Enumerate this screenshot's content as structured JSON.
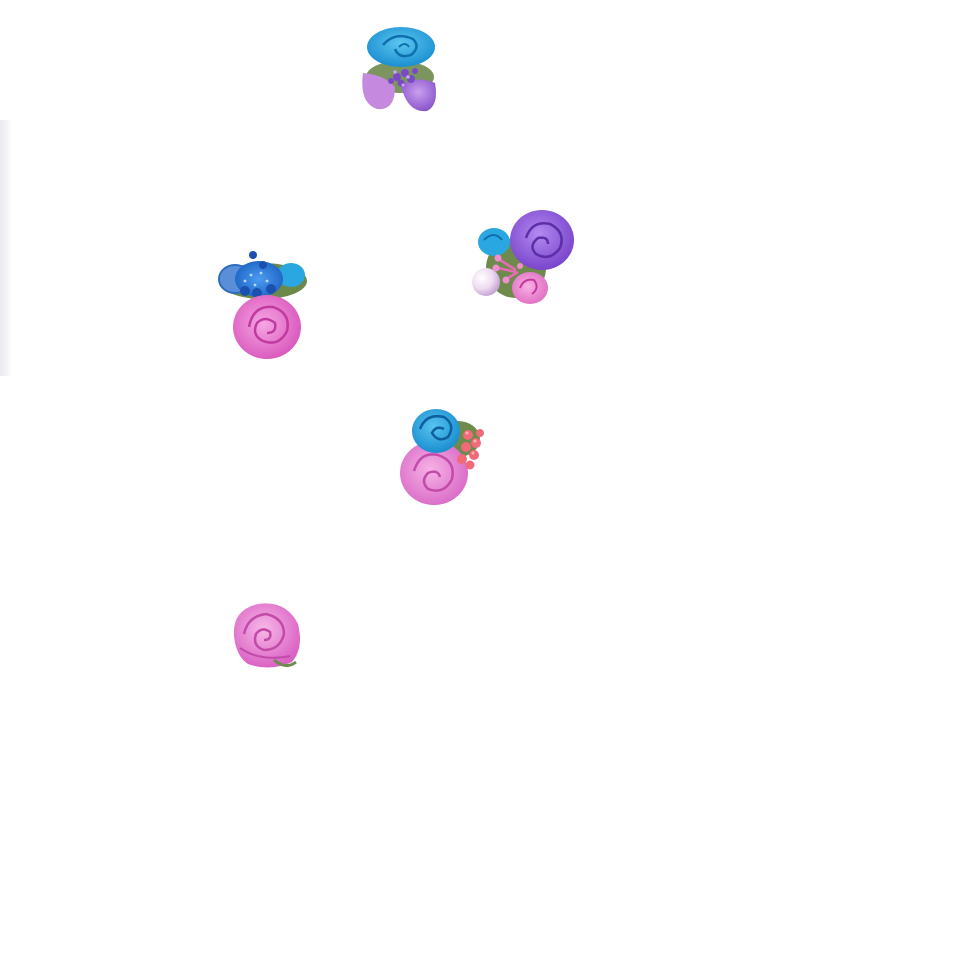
{
  "scene": {
    "background": "#ffffff",
    "objects": [
      {
        "name": "blue-purple-rose-cluster",
        "colors": [
          "#2aa6e0",
          "#a267d6",
          "#c98ae0",
          "#6e8a4c"
        ]
      },
      {
        "name": "blue-sparkle-pink-rose-cluster",
        "colors": [
          "#2d78d6",
          "#e85cbf",
          "#6e8a4c"
        ]
      },
      {
        "name": "purple-rose-pearl-cluster",
        "colors": [
          "#8f5bd6",
          "#2aa6e0",
          "#f09ad6",
          "#f0e4f2"
        ]
      },
      {
        "name": "blue-pink-rose-coral-cluster",
        "colors": [
          "#2aa6e0",
          "#e87ad3",
          "#f06a78"
        ]
      },
      {
        "name": "single-pink-rose",
        "colors": [
          "#e87ad3",
          "#f3a3df"
        ]
      }
    ]
  }
}
